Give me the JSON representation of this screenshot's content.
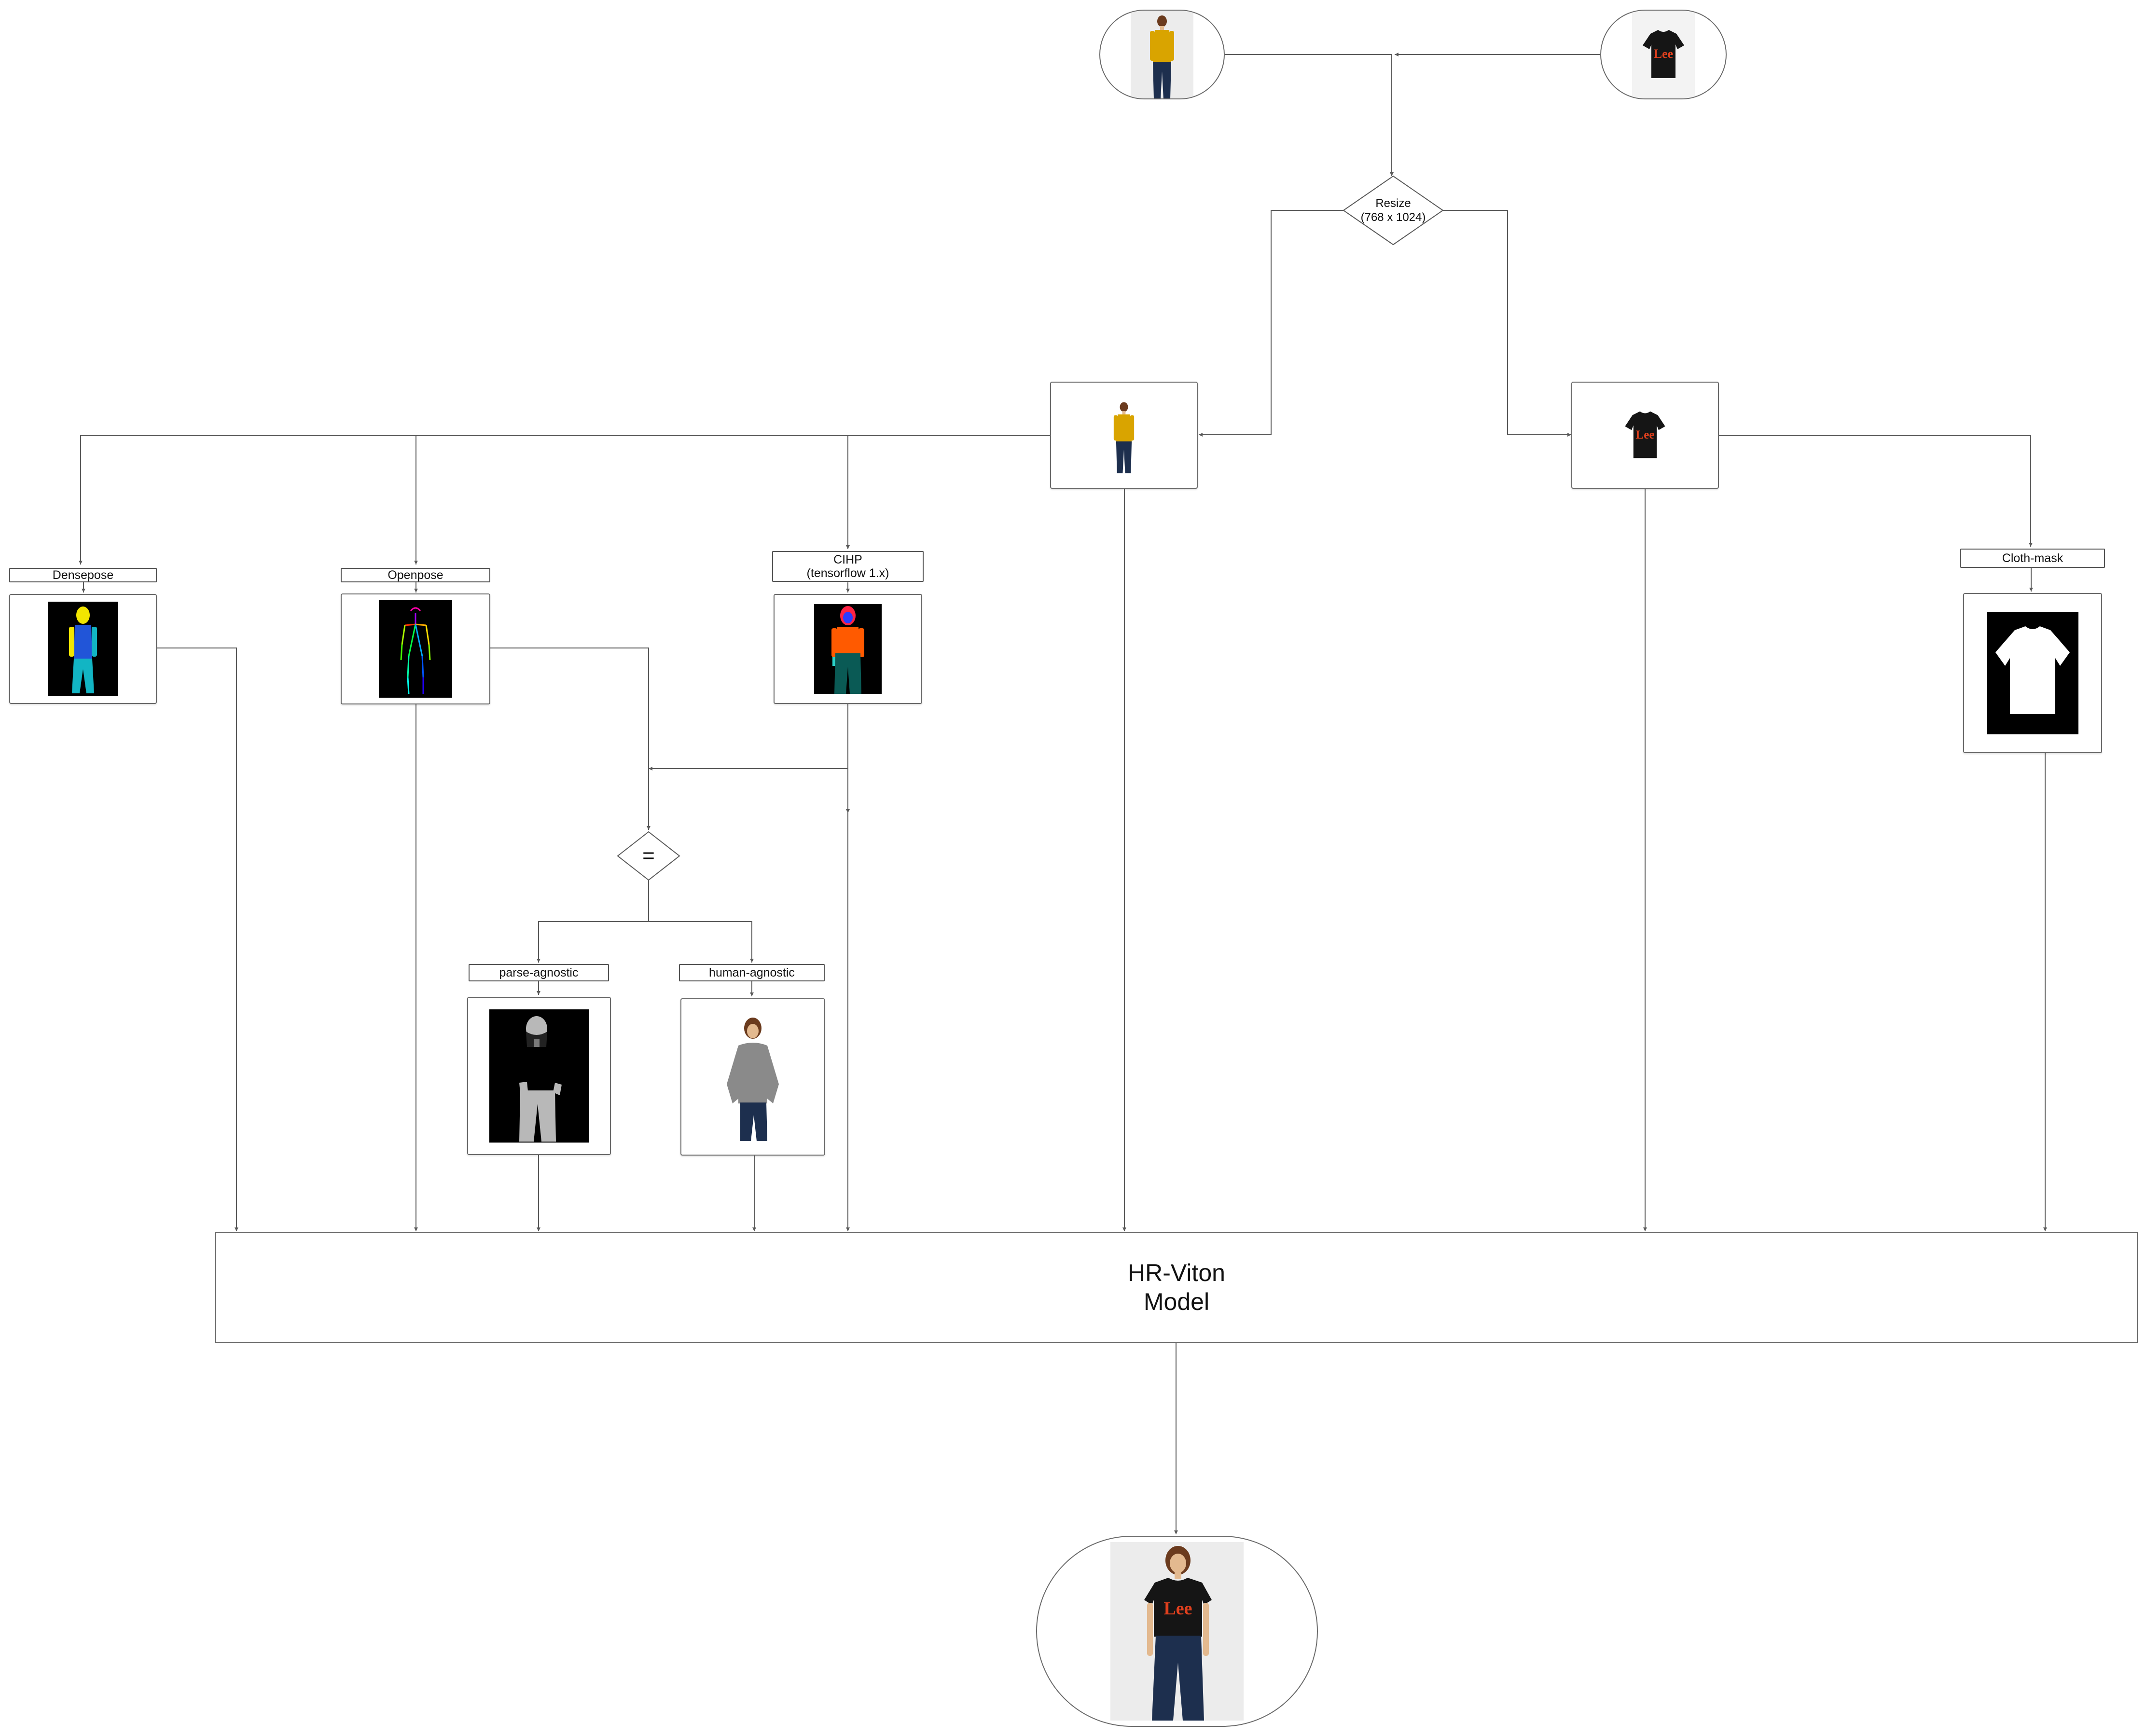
{
  "nodes": {
    "resize": {
      "line1": "Resize",
      "line2": "(768 x 1024)"
    },
    "merge": {
      "symbol": "="
    },
    "densepose": {
      "label": "Densepose"
    },
    "openpose": {
      "label": "Openpose"
    },
    "cihp": {
      "line1": "CIHP",
      "line2": "(tensorflow 1.x)"
    },
    "cloth_mask": {
      "label": "Cloth-mask"
    },
    "parse_agnostic": {
      "label": "parse-agnostic"
    },
    "human_agnostic": {
      "label": "human-agnostic"
    },
    "model": {
      "line1": "HR-Viton",
      "line2": "Model"
    }
  },
  "images": {
    "person_input": {
      "description": "person-photo-icon"
    },
    "cloth_input": {
      "description": "tshirt-photo-icon",
      "brand_text": "Lee"
    },
    "person_resized": {
      "description": "person-photo-icon"
    },
    "cloth_resized": {
      "description": "tshirt-photo-icon",
      "brand_text": "Lee"
    },
    "densepose_map": {
      "description": "densepose-map-icon"
    },
    "openpose_map": {
      "description": "pose-skeleton-icon"
    },
    "cihp_map": {
      "description": "parsing-map-icon"
    },
    "cloth_mask_map": {
      "description": "cloth-mask-icon"
    },
    "parse_agnostic_map": {
      "description": "parse-agnostic-map-icon"
    },
    "human_agnostic_img": {
      "description": "human-agnostic-photo-icon"
    },
    "output": {
      "description": "tryon-result-photo-icon",
      "brand_text": "Lee"
    }
  },
  "colors": {
    "line": "#5a5a5a",
    "mustard": "#d9a400",
    "denim": "#1d2f4e",
    "shirt_black": "#151515",
    "lee_red": "#e0401e",
    "dp_yellow": "#f2e600",
    "dp_blue": "#2155d8",
    "dp_cyan": "#12b5c4",
    "cihp_orange": "#ff5a00",
    "cihp_teal": "#0a5a55",
    "cihp_blue": "#2b3cff",
    "agnostic_gray": "#b8b8b8"
  }
}
